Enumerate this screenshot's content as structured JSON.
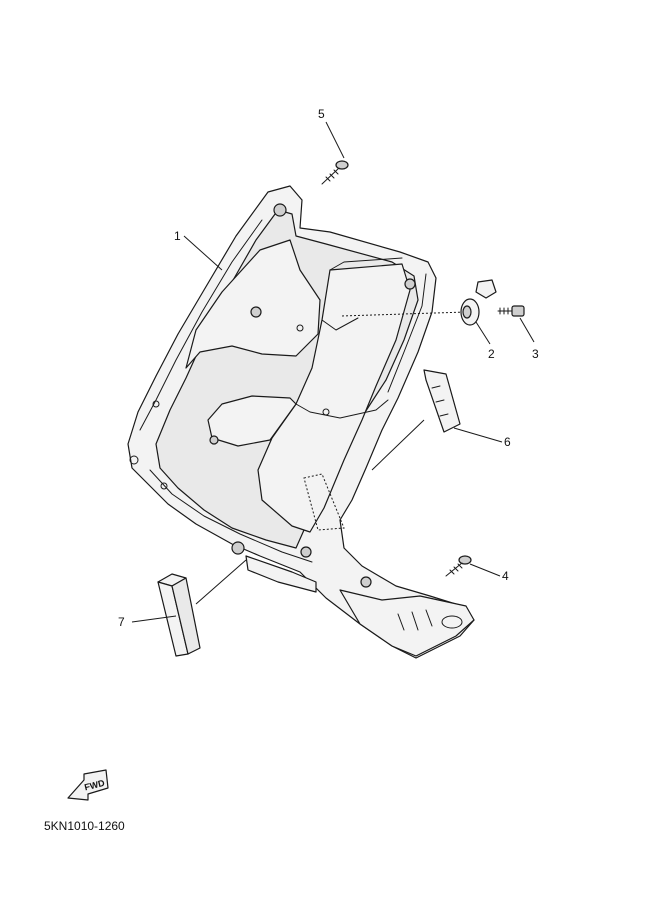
{
  "diagram": {
    "callouts": [
      "1",
      "2",
      "3",
      "4",
      "5",
      "6",
      "7"
    ],
    "forward_marker": "FWD",
    "reference_code": "5KN1010-1260"
  }
}
